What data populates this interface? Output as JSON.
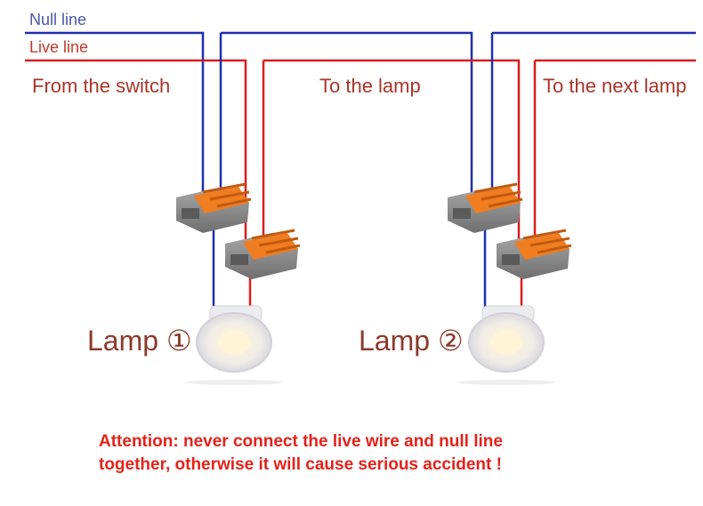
{
  "legend": {
    "null_line": "Null line",
    "live_line": "Live line"
  },
  "sections": {
    "from_switch": "From the switch",
    "to_lamp": "To the lamp",
    "to_next_lamp": "To the next lamp"
  },
  "lamps": [
    {
      "label": "Lamp ①"
    },
    {
      "label": "Lamp ②"
    }
  ],
  "attention": {
    "line1": "Attention: never connect the live wire and null line",
    "line2": "together, otherwise it will cause serious accident !"
  },
  "colors": {
    "null_wire": "#1f2fb0",
    "live_wire": "#d81e1e",
    "connector_body": "#8e8e8e",
    "connector_lever": "#f07d20",
    "attention_text": "#e2231a"
  }
}
